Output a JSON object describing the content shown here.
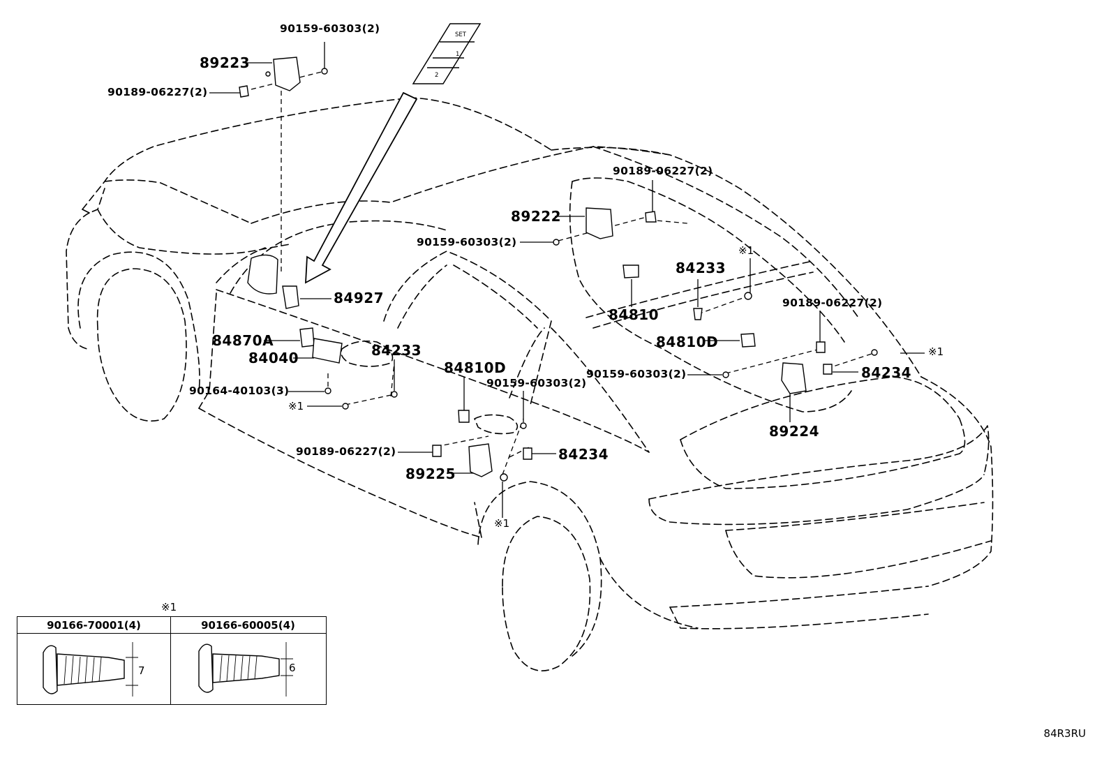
{
  "labels": {
    "p89223": "89223",
    "p90159_a": "90159-60303(2)",
    "p90189_a": "90189-06227(2)",
    "p90189_b": "90189-06227(2)",
    "p89222": "89222",
    "p90159_b": "90159-60303(2)",
    "mark_a": "※1",
    "p84233_a": "84233",
    "p84927": "84927",
    "p84810": "84810",
    "p90189_c": "90189-06227(2)",
    "p84870a": "84870A",
    "p84810d_a": "84810D",
    "p84233_b": "84233",
    "p84040": "84040",
    "mark_b": "※1",
    "p90159_c": "90159-60303(2)",
    "p84234_a": "84234",
    "p84810d_b": "84810D",
    "p90164": "90164-40103(3)",
    "p90159_d": "90159-60303(2)",
    "mark_c": "※1",
    "p89224": "89224",
    "p90189_d": "90189-06227(2)",
    "p84234_b": "84234",
    "p89225": "89225",
    "mark_d": "※1"
  },
  "switch_panel": {
    "set": "SET",
    "pos1": "1",
    "pos2": "2"
  },
  "legend": {
    "mark": "※1",
    "col1_part": "90166-70001(4)",
    "col1_dim": "7",
    "col2_part": "90166-60005(4)",
    "col2_dim": "6"
  },
  "diagram_ref": "84R3RU"
}
